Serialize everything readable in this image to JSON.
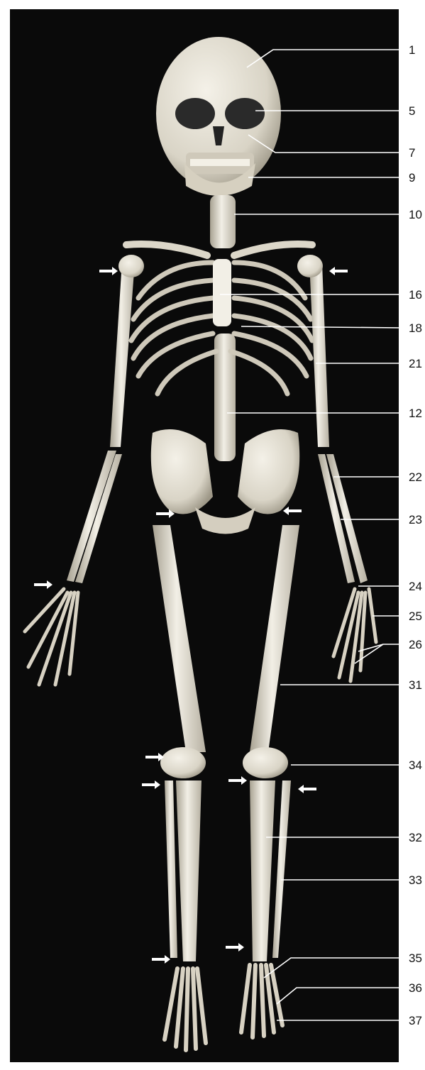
{
  "labels": [
    {
      "id": "l1",
      "text": "1"
    },
    {
      "id": "l5",
      "text": "5"
    },
    {
      "id": "l7",
      "text": "7"
    },
    {
      "id": "l9",
      "text": "9"
    },
    {
      "id": "l10",
      "text": "10"
    },
    {
      "id": "l16",
      "text": "16"
    },
    {
      "id": "l18",
      "text": "18"
    },
    {
      "id": "l21",
      "text": "21"
    },
    {
      "id": "l12",
      "text": "12"
    },
    {
      "id": "l22",
      "text": "22"
    },
    {
      "id": "l23",
      "text": "23"
    },
    {
      "id": "l24",
      "text": "24"
    },
    {
      "id": "l25",
      "text": "25"
    },
    {
      "id": "l26",
      "text": "26"
    },
    {
      "id": "l31",
      "text": "31"
    },
    {
      "id": "l34",
      "text": "34"
    },
    {
      "id": "l32",
      "text": "32"
    },
    {
      "id": "l33",
      "text": "33"
    },
    {
      "id": "l35",
      "text": "35"
    },
    {
      "id": "l36",
      "text": "36"
    },
    {
      "id": "l37",
      "text": "37"
    }
  ],
  "colors": {
    "background": "#0a0a0a",
    "bone": "#e8e4d8",
    "bone_shade": "#b9b3a3",
    "leader": "#ffffff",
    "label_text": "#111111"
  }
}
